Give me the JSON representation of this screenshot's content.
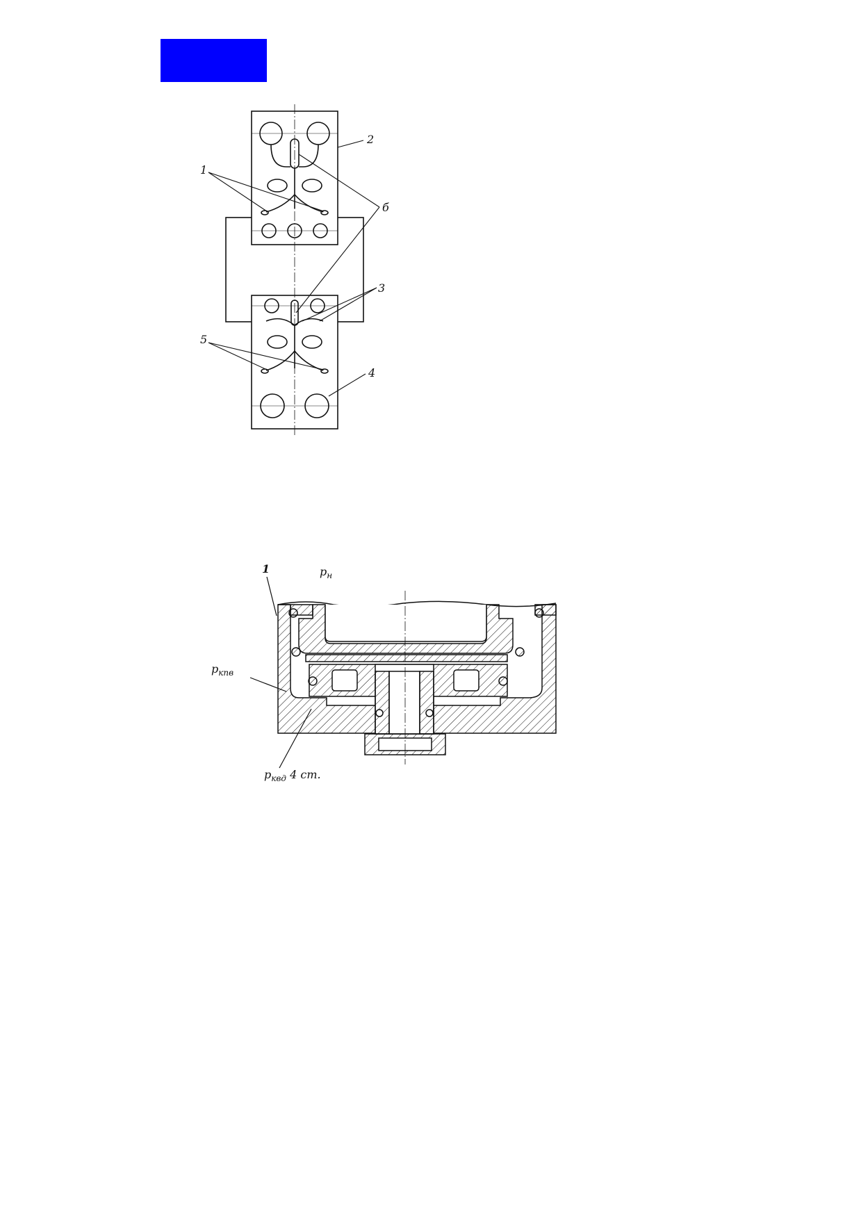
{
  "header_block": {
    "color": "#0000ff"
  },
  "figure_top": {
    "callouts": [
      "1",
      "2",
      "б",
      "3",
      "5",
      "4"
    ]
  },
  "figure_bottom": {
    "callouts": {
      "num1": "1",
      "p_h": "р",
      "p_h_sub": "н",
      "p_kpv": "р",
      "p_kpv_sub": "кпв",
      "p_kvd": "р",
      "p_kvd_sub": "квд",
      "p_kvd_suffix": " 4 ст."
    }
  }
}
